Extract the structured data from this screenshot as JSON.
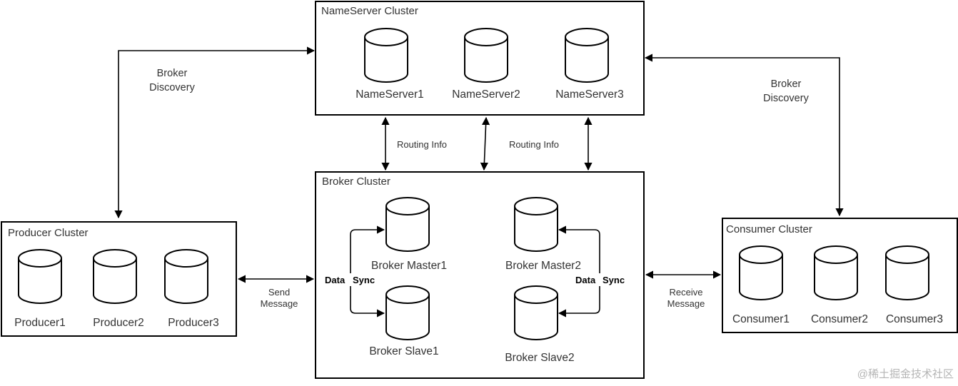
{
  "clusters": {
    "nameserver": {
      "title": "NameServer Cluster",
      "nodes": [
        "NameServer1",
        "NameServer2",
        "NameServer3"
      ]
    },
    "broker": {
      "title": "Broker Cluster",
      "nodes": [
        "Broker Master1",
        "Broker Slave1",
        "Broker Master2",
        "Broker Slave2"
      ]
    },
    "producer": {
      "title": "Producer Cluster",
      "nodes": [
        "Producer1",
        "Producer2",
        "Producer3"
      ]
    },
    "consumer": {
      "title": "Consumer Cluster",
      "nodes": [
        "Consumer1",
        "Consumer2",
        "Consumer3"
      ]
    }
  },
  "edges": {
    "producer_discovery": [
      "Broker",
      "Discovery"
    ],
    "consumer_discovery": [
      "Broker",
      "Discovery"
    ],
    "routing_left": "Routing Info",
    "routing_right": "Routing Info",
    "send": [
      "Send",
      "Message"
    ],
    "receive": [
      "Receive",
      "Message"
    ],
    "sync_left": [
      "Data",
      "Sync"
    ],
    "sync_right": [
      "Data",
      "Sync"
    ]
  },
  "watermark": "@稀土掘金技术社区"
}
